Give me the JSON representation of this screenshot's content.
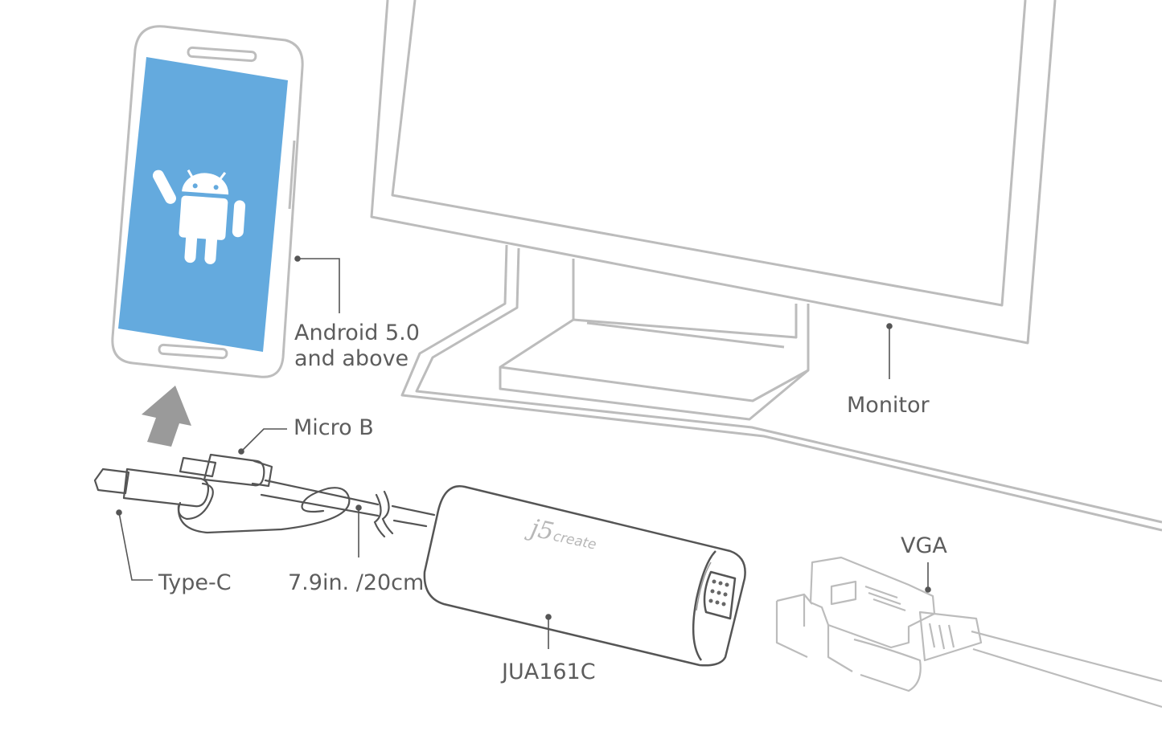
{
  "labels": {
    "android_line1": "Android 5.0",
    "android_line2": "and above",
    "monitor": "Monitor",
    "micro_b": "Micro B",
    "type_c": "Type-C",
    "cable_length": "7.9in. /20cm",
    "vga": "VGA",
    "model": "JUA161C"
  },
  "brand_logo": {
    "main": "j5",
    "sub": "create"
  },
  "colors": {
    "label_text": "#5d5d5d",
    "outline": "#555555",
    "faded_outline": "#bcbcbc",
    "phone_screen": "#64aade",
    "android_robot": "#ffffff",
    "arrow": "#9a9a9a"
  },
  "icons": [
    "android-robot-icon",
    "up-arrow-icon"
  ]
}
